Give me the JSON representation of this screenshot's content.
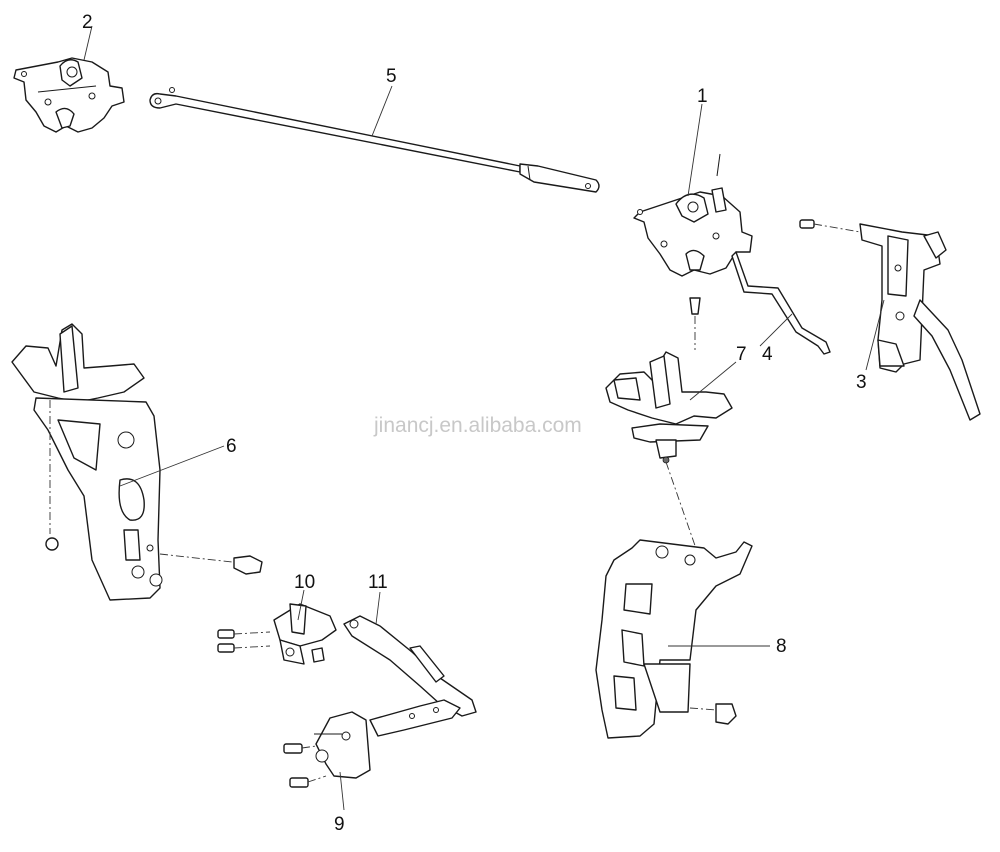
{
  "watermark": "jinancj.en.alibaba.com",
  "callouts": {
    "c1": "1",
    "c2": "2",
    "c3": "3",
    "c4": "4",
    "c5": "5",
    "c6": "6",
    "c7": "7",
    "c8": "8",
    "c9": "9",
    "c10": "10",
    "c11": "11"
  }
}
